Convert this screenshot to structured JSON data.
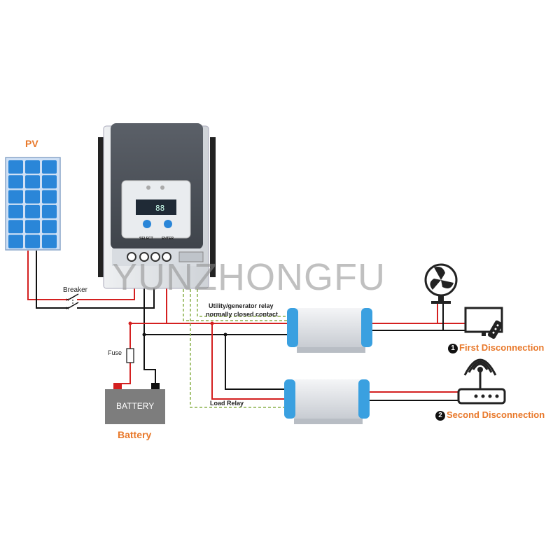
{
  "labels": {
    "pv": "PV",
    "breaker": "Breaker",
    "fuse": "Fuse",
    "battery_box": "BATTERY",
    "battery": "Battery",
    "relay1_line1": "Utility/generator relay",
    "relay1_line2": "normally closed contact",
    "load_relay": "Load Relay",
    "first_num": "1",
    "first": "First Disconnection",
    "second_num": "2",
    "second": "Second Disconnection",
    "watermark": "YUNZHONGFU"
  },
  "controller": {
    "select": "SELECT",
    "enter": "ENTER",
    "display": "88"
  },
  "colors": {
    "positive_wire": "#d42020",
    "negative_wire": "#111111",
    "relay_wire": "#8ab04a",
    "accent": "#e8782a",
    "panel_blue": "#2a86d8",
    "inverter_blue": "#3aa0e0"
  },
  "icons": [
    "solar-panel-icon",
    "fan-icon",
    "tv-icon",
    "remote-icon",
    "router-icon"
  ]
}
